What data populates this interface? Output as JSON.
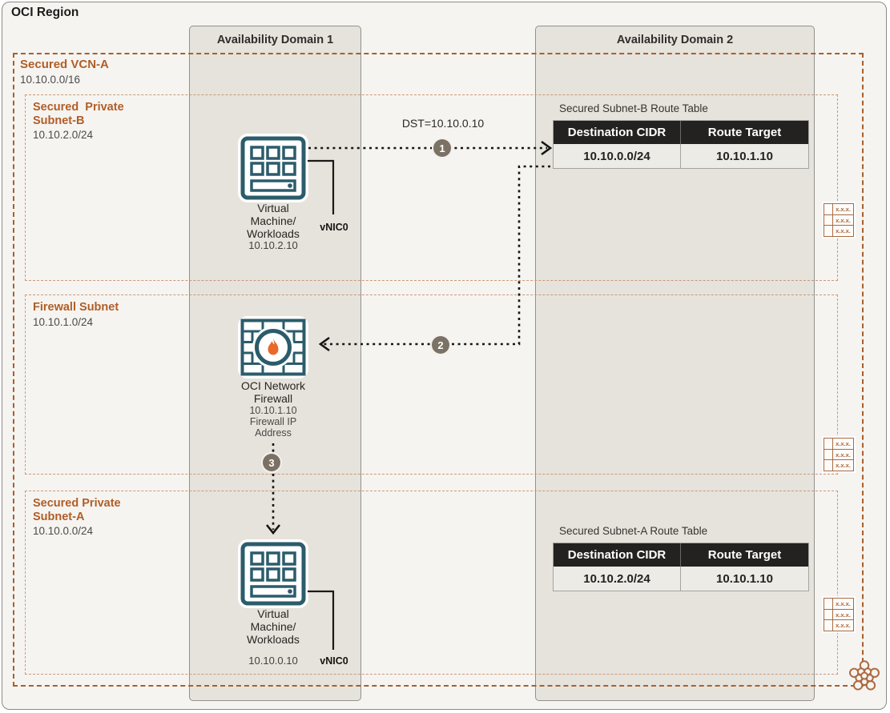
{
  "region": {
    "title": "OCI Region"
  },
  "availability_domains": [
    {
      "label": "Availability Domain 1"
    },
    {
      "label": "Availability Domain 2"
    }
  ],
  "vcn": {
    "title": "Secured VCN-A",
    "cidr": "10.10.0.0/16"
  },
  "subnets": [
    {
      "title": "Secured  Private\nSubnet-B",
      "cidr": "10.10.2.0/24"
    },
    {
      "title": "Firewall Subnet",
      "cidr": "10.10.1.0/24"
    },
    {
      "title": "Secured Private\nSubnet-A",
      "cidr": "10.10.0.0/24"
    }
  ],
  "nodes": {
    "vm_top": {
      "label": "Virtual\nMachine/\nWorkloads",
      "ip": "10.10.2.10",
      "nic": "vNIC0"
    },
    "firewall": {
      "label": "OCI Network\nFirewall",
      "ip": "10.10.1.10",
      "note": "Firewall IP\nAddress"
    },
    "vm_bottom": {
      "label": "Virtual\nMachine/\nWorkloads",
      "ip": "10.10.0.10",
      "nic": "vNIC0"
    }
  },
  "flow": {
    "dst_label": "DST=10.10.0.10",
    "steps": [
      "1",
      "2",
      "3"
    ]
  },
  "route_tables": [
    {
      "title": "Secured Subnet-B Route Table",
      "headers": [
        "Destination CIDR",
        "Route Target"
      ],
      "rows": [
        [
          "10.10.0.0/24",
          "10.10.1.10"
        ]
      ]
    },
    {
      "title": "Secured Subnet-A Route Table",
      "headers": [
        "Destination CIDR",
        "Route Target"
      ],
      "rows": [
        [
          "10.10.2.0/24",
          "10.10.1.10"
        ]
      ]
    }
  ],
  "icons": {
    "route_table_cell": "x.x.x."
  },
  "colors": {
    "vcn_border": "#a7602e",
    "subnet_border": "#c9997a",
    "accent_text": "#b05e27",
    "node_teal": "#2b5c6b",
    "flame_orange": "#e8692a",
    "badge_brown": "#7b7164",
    "table_header_bg": "#232220",
    "mini_icon_brown": "#aa6a40"
  }
}
